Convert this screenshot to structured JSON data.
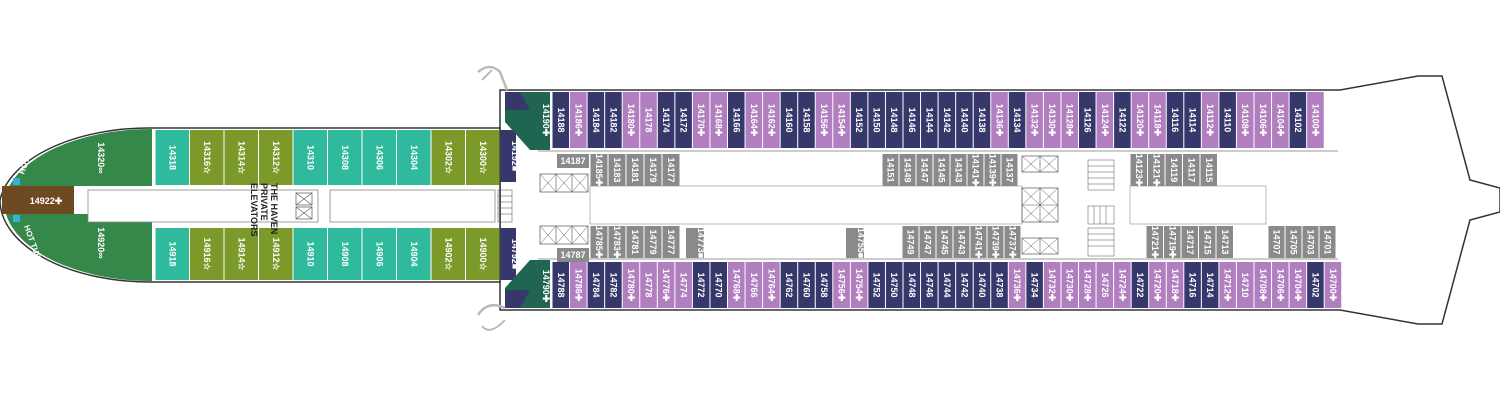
{
  "colors": {
    "navy": "#36386b",
    "lavender": "#b17ec0",
    "grey": "#8a8a8a",
    "teal": "#2fb99d",
    "olive": "#7b9a2a",
    "green": "#35874a",
    "darkgreen": "#1f6552",
    "brown": "#6e4a22"
  },
  "labels": {
    "hot_tub_top": "HOT TUB",
    "hot_tub_bottom": "HOT TUB",
    "haven_elevators": [
      "THE HAVEN",
      "PRIVATE",
      "ELEVATORS"
    ]
  },
  "haven": {
    "upper": [
      {
        "n": "14318",
        "c": "teal"
      },
      {
        "n": "14316☆",
        "c": "olive"
      },
      {
        "n": "14314☆",
        "c": "olive"
      },
      {
        "n": "14312☆",
        "c": "olive"
      },
      {
        "n": "14310",
        "c": "teal"
      },
      {
        "n": "14308",
        "c": "teal"
      },
      {
        "n": "14306",
        "c": "teal"
      },
      {
        "n": "14304",
        "c": "teal"
      },
      {
        "n": "14302☆",
        "c": "olive"
      },
      {
        "n": "14300☆",
        "c": "olive"
      }
    ],
    "lower": [
      {
        "n": "14918",
        "c": "teal"
      },
      {
        "n": "14916☆",
        "c": "olive"
      },
      {
        "n": "14914☆",
        "c": "olive"
      },
      {
        "n": "14912☆",
        "c": "olive"
      },
      {
        "n": "14910",
        "c": "teal"
      },
      {
        "n": "14908",
        "c": "teal"
      },
      {
        "n": "14906",
        "c": "teal"
      },
      {
        "n": "14904",
        "c": "teal"
      },
      {
        "n": "14902☆",
        "c": "olive"
      },
      {
        "n": "14900☆",
        "c": "olive"
      }
    ],
    "aft_top": "14320∞",
    "aft_bottom": "14920∞",
    "aft_center": "14922✚",
    "corner_top": "14192■",
    "corner_bottom": "14792■"
  },
  "corner_suites": {
    "top": "14190✚",
    "bottom": "14790✚"
  },
  "outer_top": [
    {
      "n": "14188",
      "c": "navy"
    },
    {
      "n": "14186✚",
      "c": "lavender"
    },
    {
      "n": "14184",
      "c": "navy"
    },
    {
      "n": "14182",
      "c": "navy"
    },
    {
      "n": "14180✚",
      "c": "lavender"
    },
    {
      "n": "14178",
      "c": "lavender"
    },
    {
      "n": "14174",
      "c": "navy"
    },
    {
      "n": "14172",
      "c": "navy"
    },
    {
      "n": "14170✚",
      "c": "lavender"
    },
    {
      "n": "14168✚",
      "c": "lavender"
    },
    {
      "n": "14166",
      "c": "navy"
    },
    {
      "n": "14164✚",
      "c": "lavender"
    },
    {
      "n": "14162✚",
      "c": "lavender"
    },
    {
      "n": "14160",
      "c": "navy"
    },
    {
      "n": "14158",
      "c": "navy"
    },
    {
      "n": "14156✚",
      "c": "lavender"
    },
    {
      "n": "14154✚",
      "c": "lavender"
    },
    {
      "n": "14152",
      "c": "navy"
    },
    {
      "n": "14150",
      "c": "navy"
    },
    {
      "n": "14148",
      "c": "navy"
    },
    {
      "n": "14146",
      "c": "navy"
    },
    {
      "n": "14144",
      "c": "navy"
    },
    {
      "n": "14142",
      "c": "navy"
    },
    {
      "n": "14140",
      "c": "navy"
    },
    {
      "n": "14138",
      "c": "navy"
    },
    {
      "n": "14136✚",
      "c": "lavender"
    },
    {
      "n": "14134",
      "c": "navy"
    },
    {
      "n": "14132✚",
      "c": "lavender"
    },
    {
      "n": "14130✚",
      "c": "lavender"
    },
    {
      "n": "14128✚",
      "c": "lavender"
    },
    {
      "n": "14126",
      "c": "navy"
    },
    {
      "n": "14124✚",
      "c": "lavender"
    },
    {
      "n": "14122",
      "c": "navy"
    },
    {
      "n": "14120✚",
      "c": "lavender"
    },
    {
      "n": "14118✚",
      "c": "lavender"
    },
    {
      "n": "14116",
      "c": "navy"
    },
    {
      "n": "14114",
      "c": "navy"
    },
    {
      "n": "14112✚",
      "c": "lavender"
    },
    {
      "n": "14110",
      "c": "navy"
    },
    {
      "n": "14108✚",
      "c": "lavender"
    },
    {
      "n": "14106✚",
      "c": "lavender"
    },
    {
      "n": "14104✚",
      "c": "lavender"
    },
    {
      "n": "14102",
      "c": "navy"
    },
    {
      "n": "14100✚",
      "c": "lavender"
    }
  ],
  "outer_bottom": [
    {
      "n": "14788",
      "c": "navy"
    },
    {
      "n": "14786✚",
      "c": "lavender"
    },
    {
      "n": "14784",
      "c": "navy"
    },
    {
      "n": "14782",
      "c": "navy"
    },
    {
      "n": "14780✚",
      "c": "lavender"
    },
    {
      "n": "14778",
      "c": "lavender"
    },
    {
      "n": "14776✚",
      "c": "lavender"
    },
    {
      "n": "14774",
      "c": "lavender"
    },
    {
      "n": "14772",
      "c": "navy"
    },
    {
      "n": "14770",
      "c": "navy"
    },
    {
      "n": "14768✚",
      "c": "lavender"
    },
    {
      "n": "14766",
      "c": "lavender"
    },
    {
      "n": "14764✚",
      "c": "lavender"
    },
    {
      "n": "14762",
      "c": "navy"
    },
    {
      "n": "14760",
      "c": "navy"
    },
    {
      "n": "14758",
      "c": "navy"
    },
    {
      "n": "14756✚",
      "c": "lavender"
    },
    {
      "n": "14754✚",
      "c": "lavender"
    },
    {
      "n": "14752",
      "c": "navy"
    },
    {
      "n": "14750",
      "c": "navy"
    },
    {
      "n": "14748",
      "c": "navy"
    },
    {
      "n": "14746",
      "c": "navy"
    },
    {
      "n": "14744",
      "c": "navy"
    },
    {
      "n": "14742",
      "c": "navy"
    },
    {
      "n": "14740",
      "c": "navy"
    },
    {
      "n": "14738",
      "c": "navy"
    },
    {
      "n": "14736✚",
      "c": "lavender"
    },
    {
      "n": "14734",
      "c": "navy"
    },
    {
      "n": "14732✚",
      "c": "lavender"
    },
    {
      "n": "14730✚",
      "c": "lavender"
    },
    {
      "n": "14728✚",
      "c": "lavender"
    },
    {
      "n": "14726",
      "c": "lavender"
    },
    {
      "n": "14724✚",
      "c": "lavender"
    },
    {
      "n": "14722",
      "c": "navy"
    },
    {
      "n": "14720✚",
      "c": "lavender"
    },
    {
      "n": "14718✚",
      "c": "lavender"
    },
    {
      "n": "14716",
      "c": "navy"
    },
    {
      "n": "14714",
      "c": "navy"
    },
    {
      "n": "14712✚",
      "c": "lavender"
    },
    {
      "n": "14710",
      "c": "lavender"
    },
    {
      "n": "14708✚",
      "c": "lavender"
    },
    {
      "n": "14706✚",
      "c": "lavender"
    },
    {
      "n": "14704✚",
      "c": "lavender"
    },
    {
      "n": "14702",
      "c": "navy"
    },
    {
      "n": "14700✚",
      "c": "lavender"
    }
  ],
  "inner_top_left": [
    {
      "n": "14185✚"
    },
    {
      "n": "14183"
    },
    {
      "n": "14181"
    },
    {
      "n": "14179"
    },
    {
      "n": "14177"
    }
  ],
  "inner_top_mid": [
    {
      "n": "14151"
    },
    {
      "n": "14149"
    },
    {
      "n": "14147"
    },
    {
      "n": "14145"
    },
    {
      "n": "14143"
    },
    {
      "n": "14141✚"
    },
    {
      "n": "14139✚"
    },
    {
      "n": "14137"
    }
  ],
  "inner_top_right": [
    {
      "n": "14123✚"
    },
    {
      "n": "14121✚"
    },
    {
      "n": "14119"
    },
    {
      "n": "14117"
    },
    {
      "n": "14115"
    }
  ],
  "inner_bottom_left": [
    {
      "n": "14785✚"
    },
    {
      "n": "14783✚"
    },
    {
      "n": "14781"
    },
    {
      "n": "14779"
    },
    {
      "n": "14777"
    }
  ],
  "inner_bottom_mid": [
    {
      "n": "14749"
    },
    {
      "n": "14747"
    },
    {
      "n": "14745"
    },
    {
      "n": "14743"
    },
    {
      "n": "14741✚"
    },
    {
      "n": "14739✚"
    },
    {
      "n": "14737✚"
    }
  ],
  "inner_bottom_right": [
    {
      "n": "14721✚"
    },
    {
      "n": "14719✚"
    },
    {
      "n": "14717"
    },
    {
      "n": "14715"
    },
    {
      "n": "14713"
    }
  ],
  "inner_far_right": [
    {
      "n": "14707"
    },
    {
      "n": "14705"
    },
    {
      "n": "14703"
    },
    {
      "n": "14701"
    }
  ],
  "singles": {
    "c14187": "14187",
    "c14787": "14787",
    "c14773": "14773■",
    "c14755": "14755■"
  }
}
